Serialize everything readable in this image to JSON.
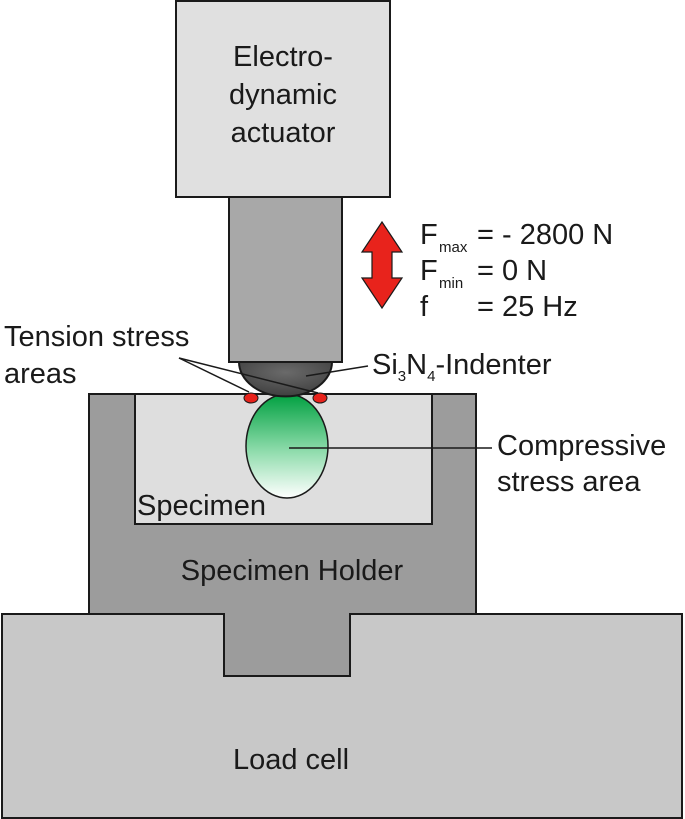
{
  "labels": {
    "actuator_line1": "Electro-",
    "actuator_line2": "dynamic",
    "actuator_line3": "actuator",
    "fmax_main": "F",
    "fmax_sub": "max",
    "fmax_value": "= - 2800 N",
    "fmin_main": "F",
    "fmin_sub": "min",
    "fmin_value": "= 0 N",
    "freq_main": "f",
    "freq_value": "= 25 Hz",
    "tension_line1": "Tension stress",
    "tension_line2": "areas",
    "indenter_si": "Si",
    "indenter_3": "3",
    "indenter_n": "N",
    "indenter_4": "4",
    "indenter_rest": "-Indenter",
    "compressive_line1": "Compressive",
    "compressive_line2": "stress area",
    "specimen": "Specimen",
    "specimen_holder": "Specimen Holder",
    "load_cell": "Load cell"
  },
  "colors": {
    "outline": "#1a1a1a",
    "actuator_fill": "#e0e0e0",
    "rod_fill": "#a8a8a8",
    "indenter_fill": "#4d4d4d",
    "holder_fill": "#9c9c9c",
    "specimen_fill": "#dedede",
    "loadcell_fill": "#c8c8c8",
    "arrow_fill": "#e8231c",
    "tension_fill": "#e8231c",
    "compressive_top": "#00a040",
    "compressive_bottom": "#ffffff"
  },
  "icons": {
    "force_arrow": "double-vertical-arrow-icon"
  }
}
